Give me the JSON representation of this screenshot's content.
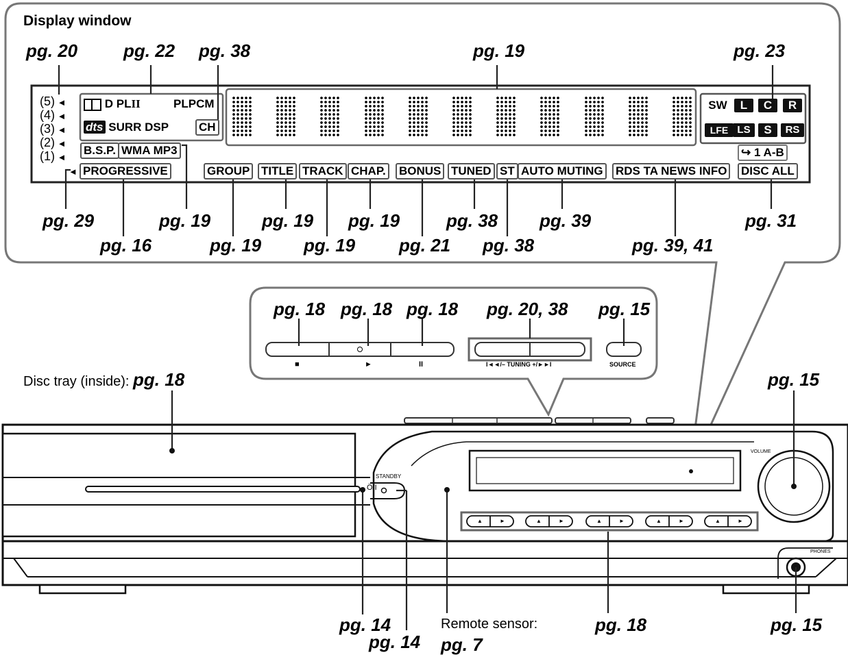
{
  "display_window": {
    "title": "Display window",
    "refs": {
      "numbers_ref": "pg. 20",
      "dolby_ref": "pg. 22",
      "ch_ref": "pg. 38",
      "dot_matrix_ref": "pg. 19",
      "speakers_ref": "pg. 23",
      "bsp_ref": "pg. 29",
      "progressive_ref": "pg. 16",
      "wma_ref": "pg. 19",
      "group_ref": "pg. 19",
      "title_ref": "pg. 19",
      "track_ref": "pg. 19",
      "chap_ref": "pg. 19",
      "bonus_ref": "pg. 21",
      "tuned_ref": "pg. 38",
      "st_ref": "pg. 38",
      "auto_muting_ref": "pg. 39",
      "rds_ref": "pg. 39, 41",
      "disc_ref": "pg. 31"
    },
    "indicators": {
      "num5": "5",
      "num4": "4",
      "num3": "3",
      "num2": "2",
      "num1": "1",
      "dolby_d": "D",
      "pl2": "PL",
      "pl2_roman": "II",
      "pl": "PL",
      "pcm": "PCM",
      "dts": "dts",
      "surr": "SURR",
      "dsp": "DSP",
      "ch": "CH",
      "bsp": "B.S.P.",
      "wma": "WMA",
      "mp3": "MP3",
      "progressive": "PROGRESSIVE",
      "group": "GROUP",
      "title": "TITLE",
      "track": "TRACK",
      "chap": "CHAP.",
      "bonus": "BONUS",
      "tuned": "TUNED",
      "st": "ST",
      "auto_muting": "AUTO MUTING",
      "rds_ta_news_info": "RDS TA NEWS INFO",
      "disc_all": "DISC ALL",
      "repeat_one": "1",
      "a_b": "A-B",
      "sw": "SW",
      "l": "L",
      "c": "C",
      "r": "R",
      "lfe": "LFE",
      "ls": "LS",
      "s": "S",
      "rs": "RS"
    }
  },
  "buttons_panel": {
    "refs": {
      "stop_ref": "pg. 18",
      "play_ref": "pg. 18",
      "pause_ref": "pg. 18",
      "tuning_ref": "pg. 20, 38",
      "source_ref": "pg. 15"
    },
    "stop_symbol": "■",
    "play_symbol": "►",
    "pause_symbol": "II",
    "tuning_label": "I◄◄/– TUNING +/►►I",
    "source_label": "SOURCE"
  },
  "front_panel": {
    "disc_tray_label": "Disc tray (inside):",
    "disc_tray_ref": "pg. 18",
    "volume_ref": "pg. 15",
    "volume_label": "VOLUME",
    "standby_label": "STANDBY",
    "power_label": "Ö/I",
    "phones_label": "PHONES",
    "power_ref": "pg. 14",
    "standby_ref": "pg. 14",
    "remote_sensor_label": "Remote sensor:",
    "remote_sensor_ref": "pg. 7",
    "eject_buttons_ref": "pg. 18",
    "phones_ref": "pg. 15",
    "eject_symbol": "▲",
    "eject_play_symbol": "►"
  }
}
